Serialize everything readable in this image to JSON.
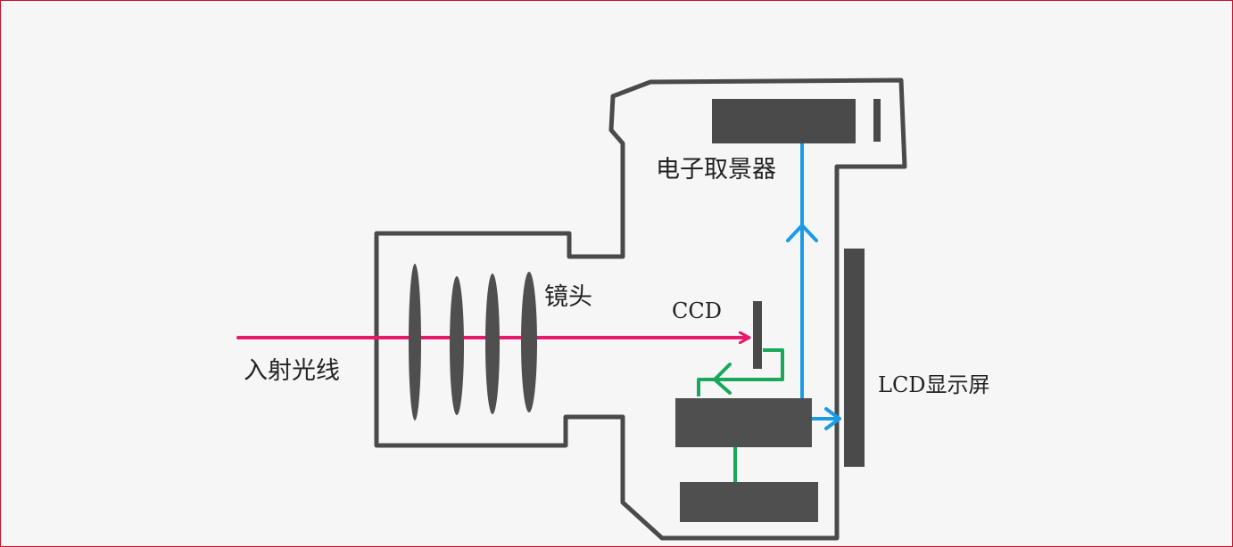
{
  "labels": {
    "incident_light": "入射光线",
    "lens": "镜头",
    "ccd": "CCD",
    "viewfinder": "电子取景器",
    "lcd": "LCD显示屏"
  },
  "colors": {
    "body_outline": "#4a4a4a",
    "component_fill": "#555555",
    "light_path": "#e8196a",
    "signal_to_viewfinder": "#1a9be6",
    "signal_from_ccd": "#19a85a",
    "background": "#f6f6f6",
    "frame_border": "#c8102e"
  }
}
